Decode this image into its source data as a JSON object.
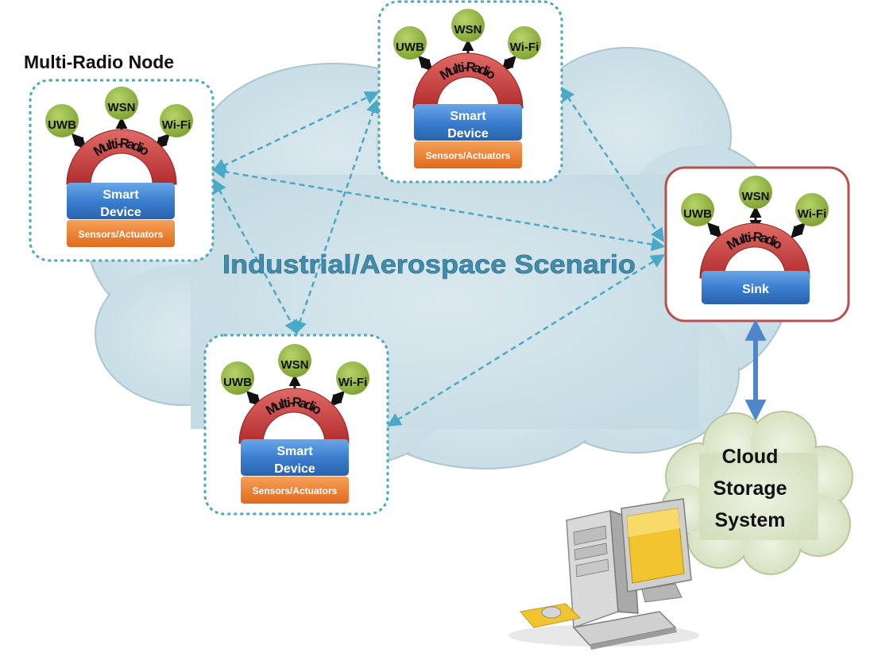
{
  "diagram_title": "Multi-Radio Node",
  "scenario_label": "Industrial/Aerospace Scenario",
  "radio_labels": {
    "uwb": "UWB",
    "wsn": "WSN",
    "wifi": "Wi-Fi"
  },
  "multi_radio_label": "Multi-Radio",
  "smart_device_line1": "Smart",
  "smart_device_line2": "Device",
  "sensors_label": "Sensors/Actuators",
  "sink_label": "Sink",
  "cloud_storage": {
    "line1": "Cloud",
    "line2": "Storage",
    "line3": "System"
  },
  "colors": {
    "radio_green": "#8fb43a",
    "multi_radio_red": "#c93b3b",
    "smart_device_blue": "#3b7fd0",
    "sensors_orange": "#ec7a2a",
    "node_border": "#4aa9bb",
    "sink_border": "#b5524f",
    "link_dashed": "#4aa9c6",
    "sink_link": "#4f85c9",
    "scenario_cloud": "#d0e2ea",
    "storage_cloud": "#dfe8cf"
  }
}
